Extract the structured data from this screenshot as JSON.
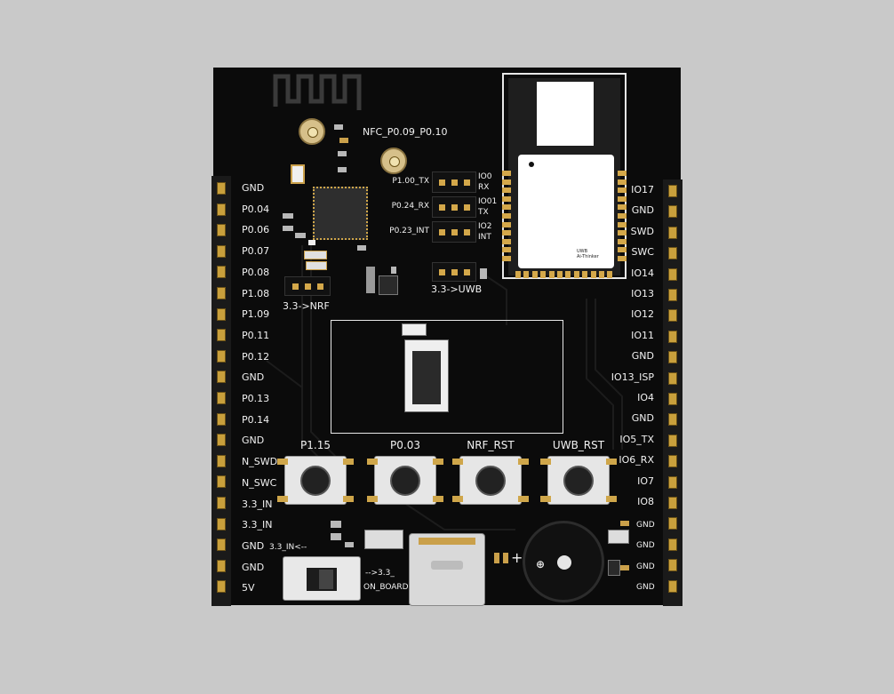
{
  "board": {
    "left_header_labels": [
      "GND",
      "P0.04",
      "P0.06",
      "P0.07",
      "P0.08",
      "P1.08",
      "P1.09",
      "P0.11",
      "P0.12",
      "GND",
      "P0.13",
      "P0.14",
      "GND",
      "N_SWD",
      "N_SWC",
      "3.3_IN",
      "3.3_IN",
      "GND",
      "GND",
      "5V"
    ],
    "right_header_labels": [
      "IO17",
      "GND",
      "SWD",
      "SWC",
      "IO14",
      "IO13",
      "IO12",
      "IO11",
      "GND",
      "IO13_ISP",
      "IO4",
      "GND",
      "IO5_TX",
      "IO6_RX",
      "IO7",
      "IO8"
    ],
    "right_small_gnd_labels": [
      "GND",
      "GND",
      "GND",
      "GND"
    ],
    "nfc_label": "NFC_P0.09_P0.10",
    "jumpers": {
      "left_labels": [
        "P1.00_TX",
        "P0.24_RX",
        "P0.23_INT"
      ],
      "right_labels": [
        [
          "IO0",
          "RX"
        ],
        [
          "IO01",
          "TX"
        ],
        [
          "IO2",
          "INT"
        ]
      ],
      "nrf_power": "3.3->NRF",
      "uwb_power": "3.3->UWB"
    },
    "buttons": [
      "P1.15",
      "P0.03",
      "NRF_RST",
      "UWB_RST"
    ],
    "switch": {
      "left_label": "3.3_IN<--",
      "right_label": "-->3.3_",
      "right_sub_label": "ON_BOARD"
    },
    "buzzer_plus": "+",
    "module_marking": [
      "UWB",
      "Ai-Thinker"
    ]
  },
  "colors": {
    "background": "#c9c9c9",
    "pcb": "#0b0b0b",
    "silkscreen": "#f2f2f2",
    "gold": "#c9a03c"
  }
}
